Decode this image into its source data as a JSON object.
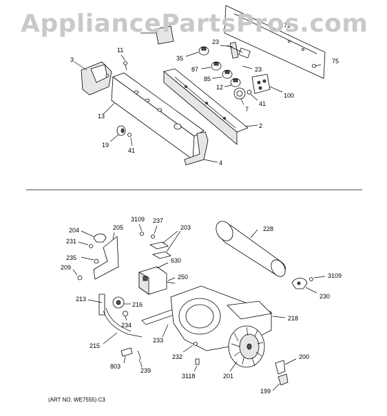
{
  "watermark": "AppliancePartsPros.com",
  "art_number": "(ART NO. WE7555) C3",
  "upper_labels": {
    "p72": "72",
    "p75": "75",
    "p23a": "23",
    "p23b": "23",
    "p35": "35",
    "p87": "87",
    "p85": "85",
    "p12": "12",
    "p100": "100",
    "p7": "7",
    "p41a": "41",
    "p2": "2",
    "p11": "11",
    "p3": "3",
    "p13": "13",
    "p19": "19",
    "p41b": "41",
    "p4": "4"
  },
  "lower_labels": {
    "p3109a": "3109",
    "p237": "237",
    "p203": "203",
    "p228": "228",
    "p204": "204",
    "p205": "205",
    "p231": "231",
    "p235": "235",
    "p630": "630",
    "p209": "209",
    "p250": "250",
    "p3109b": "3109",
    "p230": "230",
    "p213": "213",
    "p216": "216",
    "p234": "234",
    "p218": "218",
    "p215": "215",
    "p233": "233",
    "p232": "232",
    "p200": "200",
    "p803": "803",
    "p239": "239",
    "p3118": "3118",
    "p201": "201",
    "p199": "199"
  }
}
